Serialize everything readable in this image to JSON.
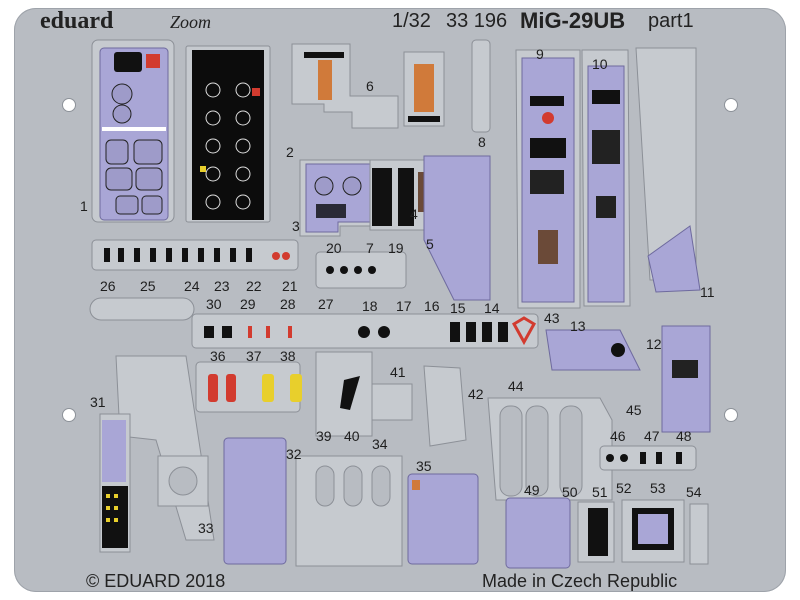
{
  "header": {
    "brand": "eduard",
    "series": "Zoom",
    "scale": "1/32",
    "code": "33 196",
    "model": "MiG-29UB",
    "part": "part1"
  },
  "footer": {
    "copyright": "© EDUARD 2018",
    "origin": "Made in Czech Republic"
  },
  "colors": {
    "fret": "#b8bcc2",
    "frame": "#c6cacf",
    "panel": "#a9a6d6",
    "instrument": "#0c0c0c",
    "accent_red": "#d23b2f",
    "accent_yellow": "#e8cf2c",
    "accent_orange": "#d07a3a"
  },
  "part_numbers": [
    "1",
    "2",
    "3",
    "4",
    "5",
    "6",
    "7",
    "8",
    "9",
    "10",
    "11",
    "12",
    "13",
    "14",
    "15",
    "16",
    "17",
    "18",
    "19",
    "20",
    "21",
    "22",
    "23",
    "24",
    "25",
    "26",
    "27",
    "28",
    "29",
    "30",
    "31",
    "32",
    "33",
    "34",
    "35",
    "36",
    "37",
    "38",
    "39",
    "40",
    "41",
    "42",
    "43",
    "44",
    "45",
    "46",
    "47",
    "48",
    "49",
    "50",
    "51",
    "52",
    "53",
    "54"
  ]
}
